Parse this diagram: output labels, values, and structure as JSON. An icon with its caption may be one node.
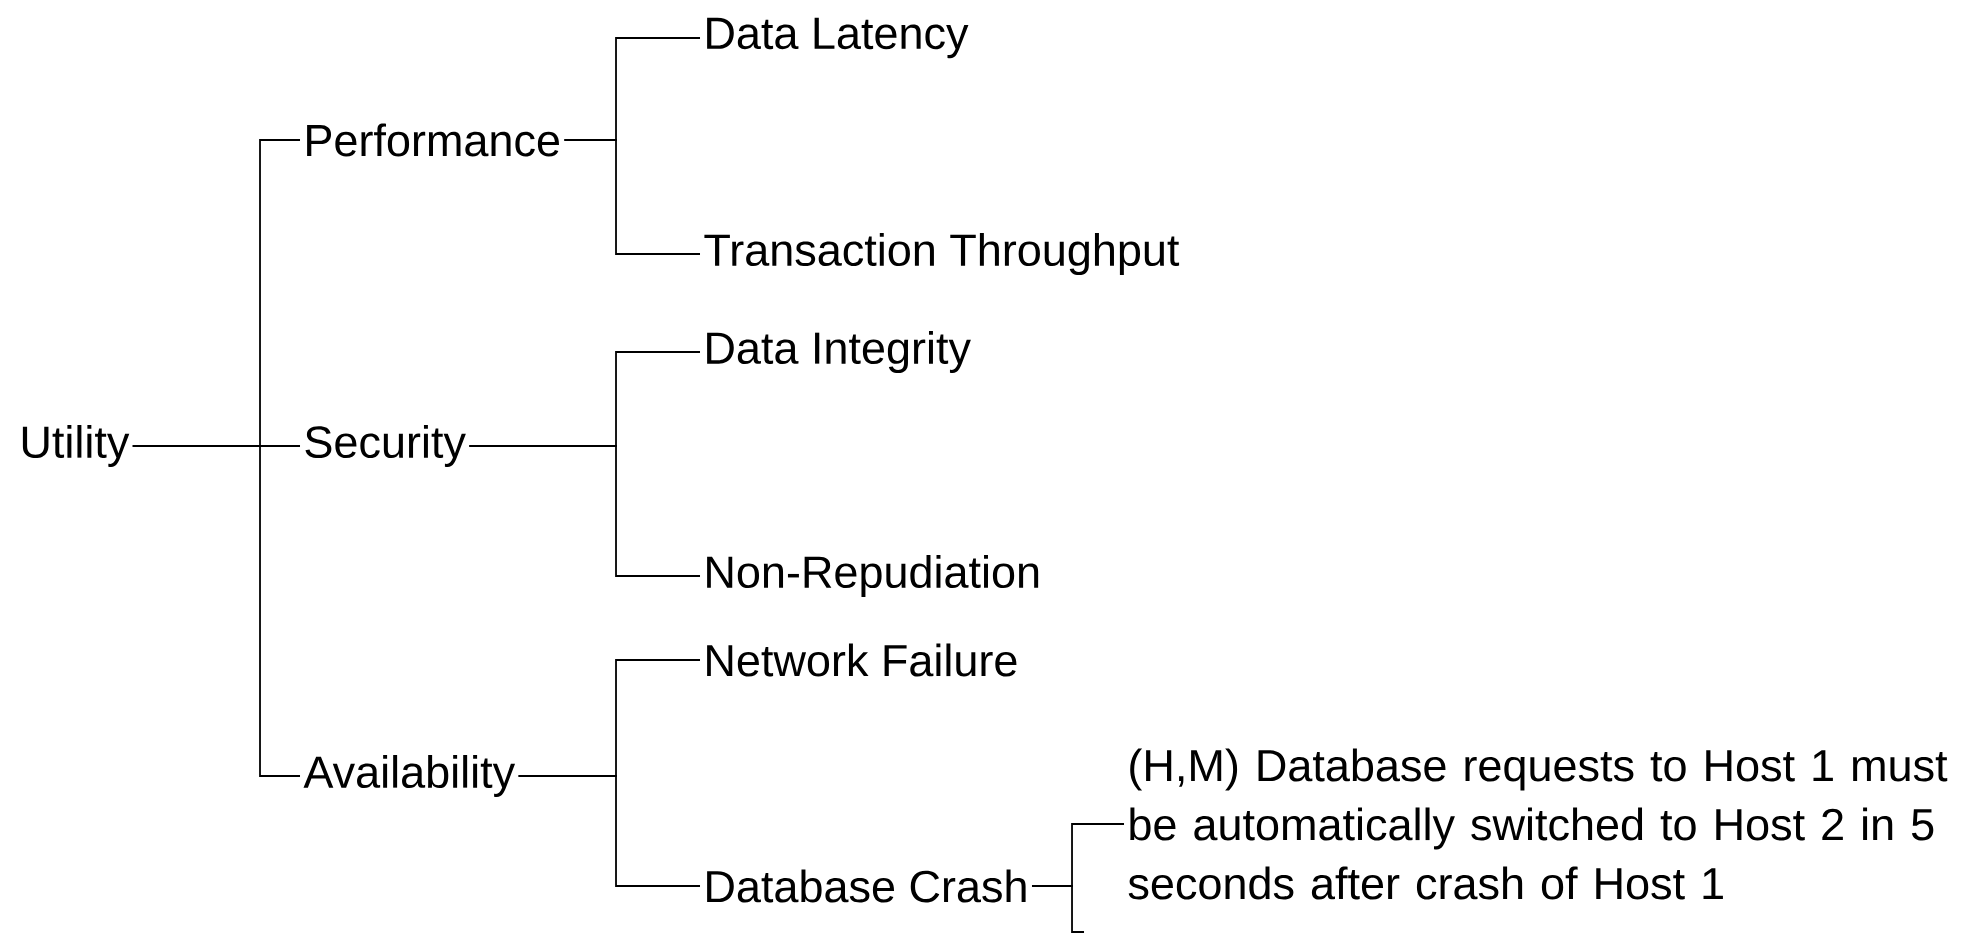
{
  "diagram": {
    "nodes": [
      {
        "text": [
          "Utility"
        ]
      },
      {
        "text": [
          "Performance"
        ]
      },
      {
        "text": [
          "Security"
        ]
      },
      {
        "text": [
          "Availability"
        ]
      },
      {
        "text": [
          "Data Latency"
        ]
      },
      {
        "text": [
          "Transaction Throughput"
        ]
      },
      {
        "text": [
          "Data Integrity"
        ]
      },
      {
        "text": [
          "Non-Repudiation"
        ]
      },
      {
        "text": [
          "Network Failure"
        ]
      },
      {
        "text": [
          "Database Crash"
        ]
      },
      {
        "text": [
          "(H,M) Database requests to Host 1 must be automatically switched to Host 2 in 5 seconds after crash of Host 1"
        ]
      }
    ],
    "edges": [
      {
        "from": 0,
        "to": 1,
        "arrow": "none"
      },
      {
        "from": 0,
        "to": 2,
        "arrow": "none"
      },
      {
        "from": 0,
        "to": 3,
        "arrow": "none"
      },
      {
        "from": 1,
        "to": 4,
        "arrow": "none"
      },
      {
        "from": 1,
        "to": 5,
        "arrow": "none"
      },
      {
        "from": 2,
        "to": 6,
        "arrow": "none"
      },
      {
        "from": 2,
        "to": 7,
        "arrow": "none"
      },
      {
        "from": 3,
        "to": 8,
        "arrow": "none"
      },
      {
        "from": 3,
        "to": 9,
        "arrow": "none"
      },
      {
        "from": 9,
        "to": 10,
        "arrow": "none"
      },
      {
        "from": 9,
        "to": null,
        "arrow": "none"
      }
    ]
  }
}
